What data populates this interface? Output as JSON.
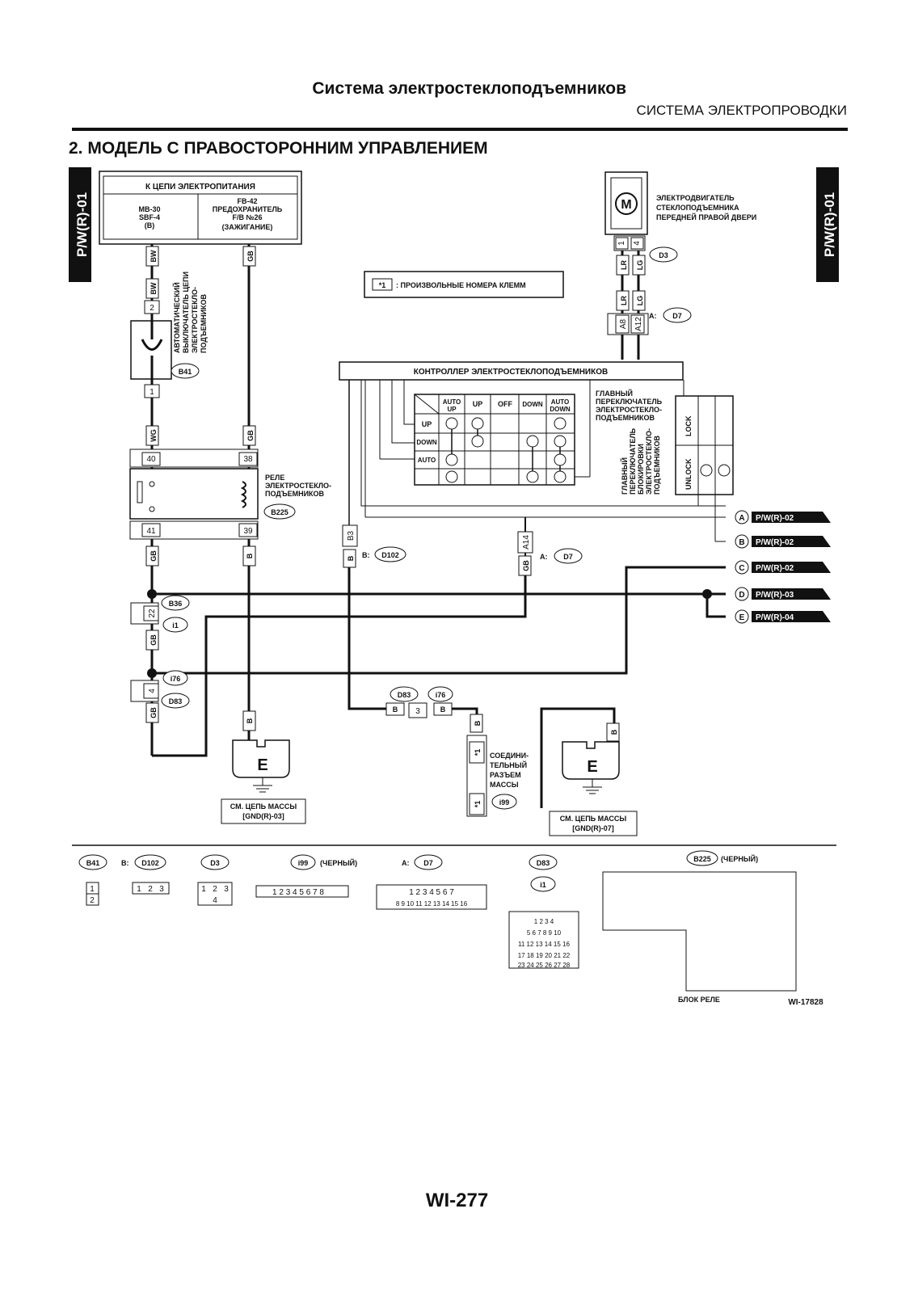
{
  "header": {
    "title": "Система электростеклоподъемников",
    "subtitle": "СИСТЕМА ЭЛЕКТРОПРОВОДКИ"
  },
  "section_title": "2. МОДЕЛЬ С ПРАВОСТОРОННИМ УПРАВЛЕНИЕМ",
  "side_tab": "P/W(R)-01",
  "power": {
    "title": "К ЦЕПИ ЭЛЕКТРОПИТАНИЯ",
    "left": [
      "MB-30",
      "SBF-4",
      "(B)"
    ],
    "right": [
      "FB-42",
      "ПРЕДОХРАНИТЕЛЬ",
      "F/B №26",
      "(ЗАЖИГАНИЕ)"
    ]
  },
  "breaker_label": [
    "АВТОМАТИЧЕСКИЙ",
    "ВЫКЛЮЧАТЕЛЬ ЦЕПИ",
    "ЭЛЕКТРОСТЕКЛО-",
    "ПОДЪЕМНИКОВ"
  ],
  "motor": {
    "symbol": "M",
    "label": [
      "ЭЛЕКТРОДВИГАТЕЛЬ",
      "СТЕКЛОПОДЪЕМНИКА",
      "ПЕРЕДНЕЙ ПРАВОЙ ДВЕРИ"
    ]
  },
  "note": {
    "mark": "*1",
    "text": ": ПРОИЗВОЛЬНЫЕ НОМЕРА КЛЕММ"
  },
  "controller": "КОНТРОЛЛЕР ЭЛЕКТРОСТЕКЛОПОДЪЕМНИКОВ",
  "switch_table": {
    "cols": [
      "AUTO UP",
      "UP",
      "OFF",
      "DOWN",
      "AUTO DOWN"
    ],
    "rows": [
      "UP",
      "DOWN",
      "AUTO"
    ]
  },
  "main_switch_label": [
    "ГЛАВНЫЙ",
    "ПЕРЕКЛЮЧАТЕЛЬ",
    "ЭЛЕКТРОСТЕКЛО-",
    "ПОДЪЕМНИКОВ"
  ],
  "lock_switch_label": [
    "ГЛАВНЫЙ",
    "ПЕРЕКЛЮЧАТЕЛЬ",
    "БЛОКИРОВКИ",
    "ЭЛЕКТРОСТЕКЛО-",
    "ПОДЪЕМНИКОВ"
  ],
  "lock": {
    "lock": "LOCK",
    "unlock": "UNLOCK"
  },
  "relay_label": [
    "РЕЛЕ",
    "ЭЛЕКТРОСТЕКЛО-",
    "ПОДЪЕМНИКОВ"
  ],
  "joint_label": [
    "СОЕДИНИ-",
    "ТЕЛЬНЫЙ",
    "РАЗЪЕМ",
    "МАССЫ"
  ],
  "wires": {
    "bw": "BW",
    "gb": "GB",
    "wg": "WG",
    "b": "B",
    "lr": "LR",
    "lg": "LG"
  },
  "pins": {
    "p1": "1",
    "p2": "2",
    "p3": "3",
    "p4": "4",
    "p22": "22",
    "p38": "38",
    "p39": "39",
    "p40": "40",
    "p41": "41",
    "a8": "A8",
    "a12": "A12",
    "a14": "A14",
    "b3": "B3",
    "star": "*1"
  },
  "connectors": {
    "b41": "B41",
    "b225": "B225",
    "b36": "B36",
    "i1": "i1",
    "i76": "i76",
    "d83": "D83",
    "d3": "D3",
    "d7": "D7",
    "d102": "D102",
    "i99": "i99"
  },
  "prefix": {
    "a": "A:",
    "b": "B:"
  },
  "black": "(ЧЕРНЫЙ)",
  "outputs": [
    {
      "letter": "A",
      "ref": "P/W(R)-02"
    },
    {
      "letter": "B",
      "ref": "P/W(R)-02"
    },
    {
      "letter": "C",
      "ref": "P/W(R)-02"
    },
    {
      "letter": "D",
      "ref": "P/W(R)-03"
    },
    {
      "letter": "E",
      "ref": "P/W(R)-04"
    }
  ],
  "ground": {
    "symbol": "E",
    "left": [
      "СМ. ЦЕПЬ МАССЫ",
      "[GND(R)-03]"
    ],
    "right": [
      "СМ. ЦЕПЬ МАССЫ",
      "[GND(R)-07]"
    ]
  },
  "relay_block": "БЛОК РЕЛЕ",
  "figure_id": "WI-17828",
  "page_number": "WI-277"
}
